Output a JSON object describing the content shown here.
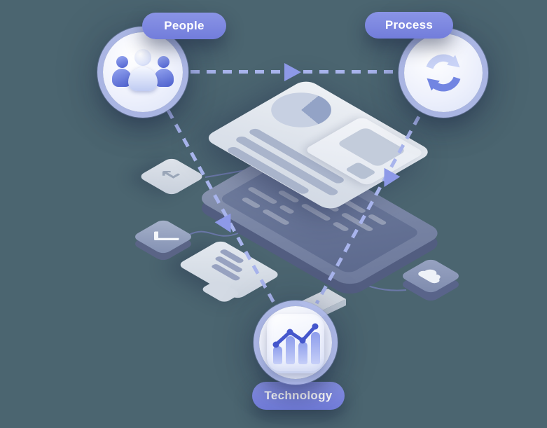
{
  "title": "people-process-technology-diagram",
  "colors": {
    "background": "#4b6570",
    "accent_pill": "#7d88dd",
    "dashed_line": "#a8b4ec",
    "arrow": "#8d99e8",
    "card_light": "#dde3ec",
    "panel_dark": "#6e7a9c"
  },
  "nodes": [
    {
      "id": "people",
      "label": "People",
      "icon": "people-3d-icon"
    },
    {
      "id": "process",
      "label": "Process",
      "icon": "sync-arrows-icon"
    },
    {
      "id": "technology",
      "label": "Technology",
      "icon": "bar-chart-analytics-icon"
    }
  ],
  "decor": {
    "cards": [
      "report-card-with-pie-chart",
      "dark-tablet-panel"
    ],
    "tiles": [
      "return-key-tile",
      "checkmark-tile",
      "folder-tile",
      "cloud-tile"
    ],
    "flows": [
      "people-to-process",
      "people-to-technology",
      "process-to-technology"
    ],
    "return_glyph": "↵"
  }
}
